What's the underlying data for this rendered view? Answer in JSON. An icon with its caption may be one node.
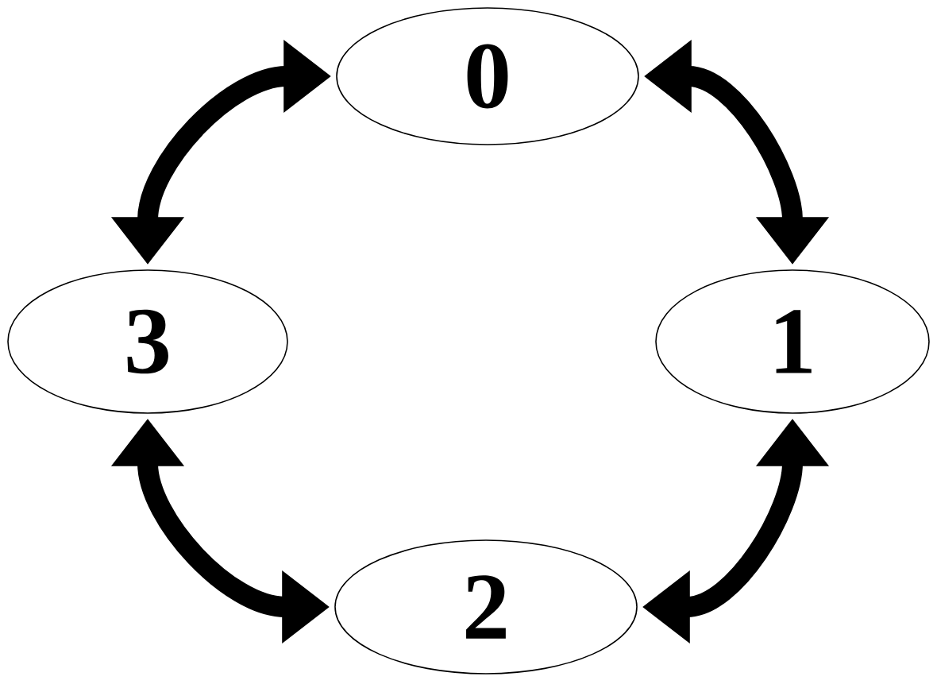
{
  "diagram": {
    "nodes": [
      {
        "text": [
          "0"
        ]
      },
      {
        "text": [
          "1"
        ]
      },
      {
        "text": [
          "2"
        ]
      },
      {
        "text": [
          "3"
        ]
      }
    ],
    "edges": [
      {
        "from": 0,
        "to": 1,
        "arrow": "both"
      },
      {
        "from": 1,
        "to": 2,
        "arrow": "both"
      },
      {
        "from": 2,
        "to": 3,
        "arrow": "both"
      },
      {
        "from": 3,
        "to": 0,
        "arrow": "both"
      }
    ]
  }
}
